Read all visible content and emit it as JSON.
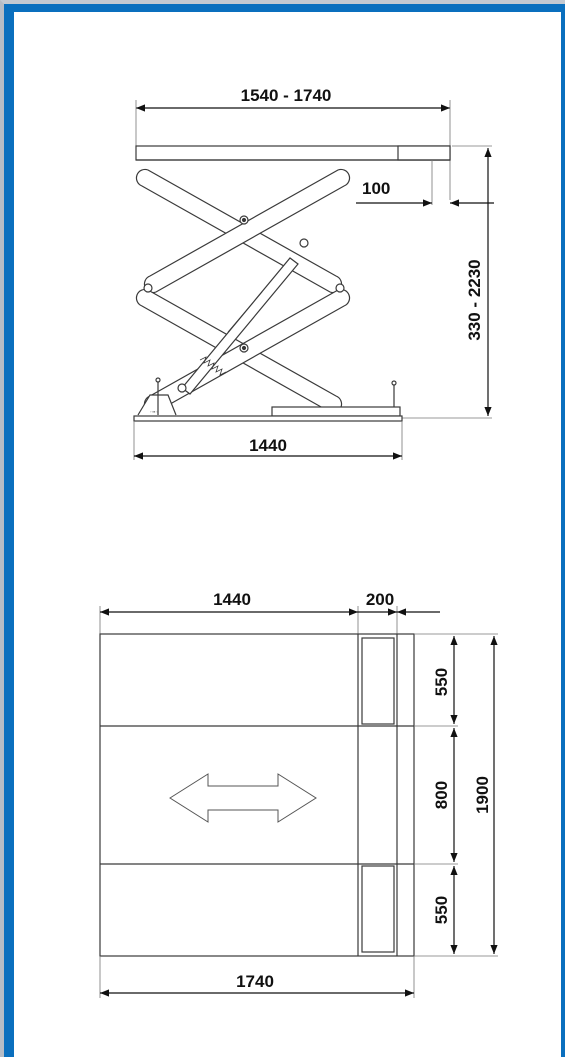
{
  "side_view": {
    "top_width": "1540 - 1740",
    "ramp_length": "100",
    "lift_height": "330 - 2230",
    "base_length": "1440"
  },
  "top_view": {
    "platform_length": "1440",
    "ramp_width": "200",
    "total_length": "1740",
    "segment_top": "550",
    "segment_middle": "800",
    "segment_bottom": "550",
    "total_width": "1900"
  },
  "icons": {
    "direction_arrow": "double-arrow-icon",
    "scissor_mechanism": "scissor-lift-drawing"
  },
  "colors": {
    "frame_blue": "#0a6fbe",
    "line": "#3a3a3a"
  }
}
